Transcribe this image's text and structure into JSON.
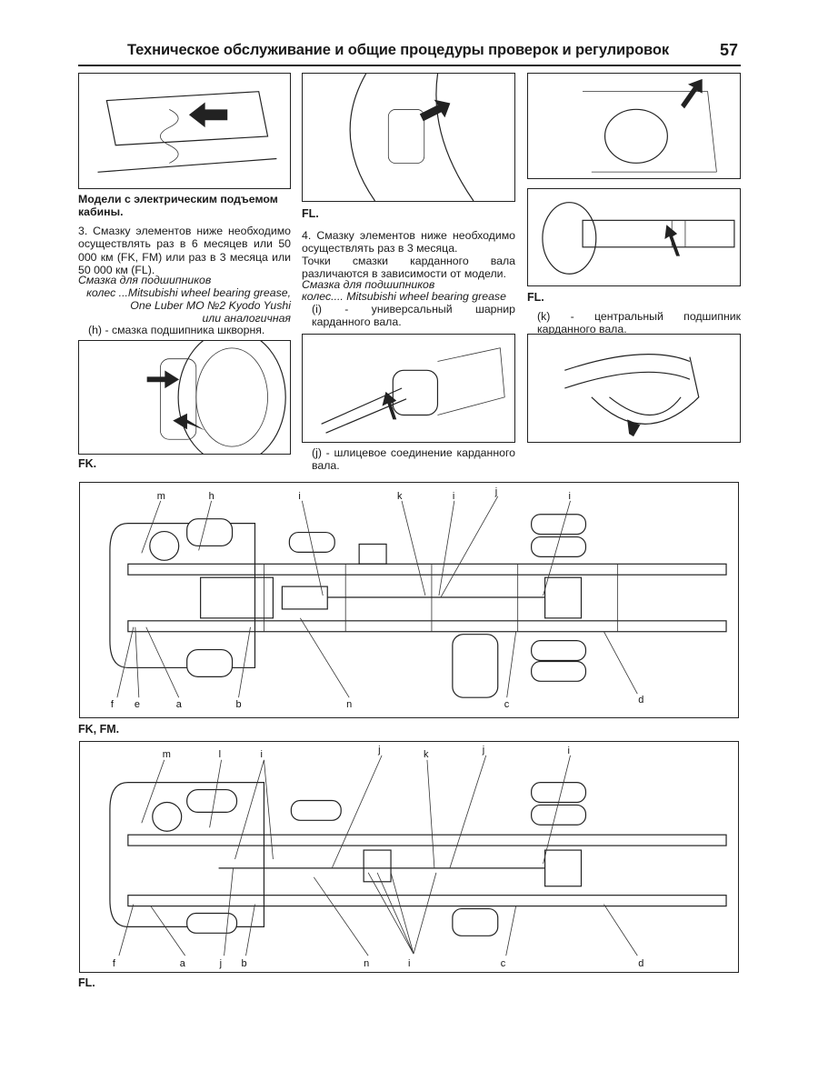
{
  "header": {
    "title": "Техническое обслуживание и общие процедуры проверок и регулировок",
    "page_number": "57"
  },
  "left_column": {
    "heading": "Модели с электрическим подъемом кабины.",
    "paragraph": "3. Смазку элементов ниже необходимо осуществлять раз в 6 месяцев или 50 000 км (FK, FM) или раз в 3 месяца или 50 000 км (FL).",
    "grease_label": "Смазка для подшипников",
    "grease_line2": "колес ...Mitsubishi wheel bearing grease,",
    "grease_line3": "One Luber MO №2 Kyodo Yushi",
    "grease_line4": "или аналогичная",
    "item_h": "(h) - смазка подшипника шкворня.",
    "fig_caption": "FK."
  },
  "middle_column": {
    "fig_caption": "FL.",
    "paragraph": "4. Смазку элементов ниже необходимо осуществлять раз в 3 месяца.",
    "paragraph2": "Точки смазки карданного вала различаются в зависимости от модели.",
    "grease_label": "Смазка для подшипников",
    "grease_line2": "колес.... Mitsubishi wheel bearing grease",
    "item_i": "(i) - универсальный шарнир карданного вала.",
    "item_j": "(j) - шлицевое соединение карданного вала."
  },
  "right_column": {
    "fig_caption": "FL.",
    "item_k": "(k) - центральный подшипник карданного вала."
  },
  "diagrams": {
    "fkfm": {
      "caption": "FK, FM.",
      "labels": [
        "m",
        "h",
        "i",
        "k",
        "i",
        "j",
        "i",
        "f",
        "e",
        "a",
        "b",
        "n",
        "c",
        "d"
      ]
    },
    "fl": {
      "caption": "FL.",
      "labels": [
        "m",
        "l",
        "i",
        "j",
        "k",
        "j",
        "i",
        "f",
        "a",
        "j",
        "b",
        "n",
        "i",
        "c",
        "d"
      ]
    }
  }
}
